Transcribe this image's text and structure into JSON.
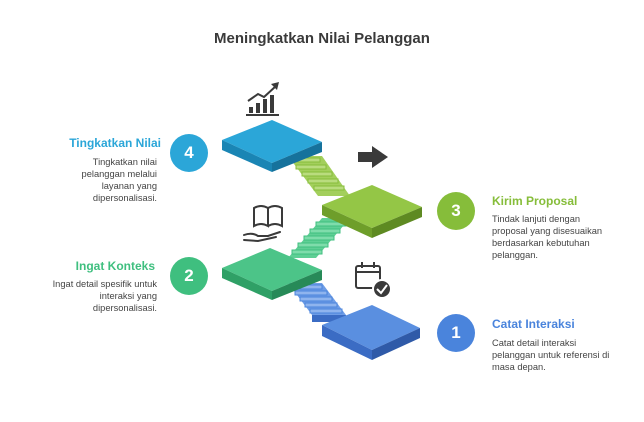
{
  "title": "Meningkatkan Nilai Pelanggan",
  "colors": {
    "step1": "#4a84dc",
    "step2": "#3fbf7f",
    "step3": "#86bd3a",
    "step4": "#2ba6d8"
  },
  "steps": [
    {
      "number": "1",
      "title": "Catat Interaksi",
      "description": "Catat detail interaksi pelanggan untuk referensi di masa depan.",
      "icon": "calendar-check-icon"
    },
    {
      "number": "2",
      "title": "Ingat Konteks",
      "description": "Ingat detail spesifik untuk interaksi yang dipersonalisasi.",
      "icon": "open-book-hand-icon"
    },
    {
      "number": "3",
      "title": "Kirim Proposal",
      "description": "Tindak lanjuti dengan proposal yang disesuaikan berdasarkan kebutuhan pelanggan.",
      "icon": "arrow-right-icon"
    },
    {
      "number": "4",
      "title": "Tingkatkan Nilai",
      "description": "Tingkatkan nilai pelanggan melalui layanan yang dipersonalisasi.",
      "icon": "growth-chart-icon"
    }
  ]
}
